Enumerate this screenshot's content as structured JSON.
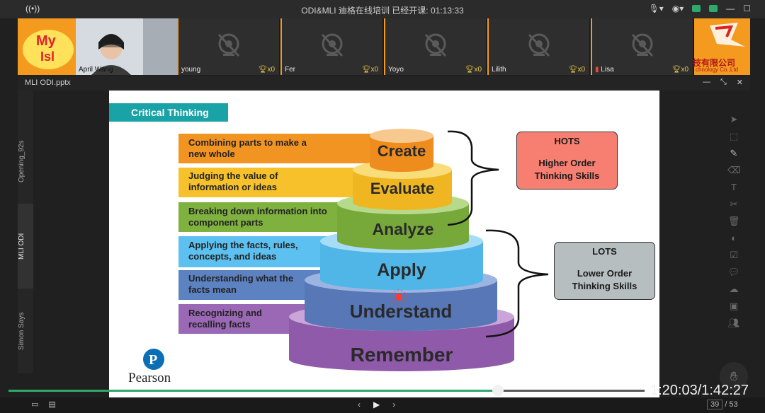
{
  "window": {
    "title": "ODI&MLI 迪格在线培训    已经开课: 01:13:33",
    "record_icon": "broadcast-icon"
  },
  "participants": [
    {
      "name": "April Wang",
      "host": true
    },
    {
      "name": "young",
      "cups": "x0"
    },
    {
      "name": "Fer",
      "cups": "x0"
    },
    {
      "name": "Yoyo",
      "cups": "x0"
    },
    {
      "name": "Lilith",
      "cups": "x0"
    },
    {
      "name": "Lisa",
      "cups": "x0"
    }
  ],
  "banner_left": "My Isl",
  "banner_right": [
    "技有限公司",
    "chnology Co.,Ltd"
  ],
  "file": {
    "name": "MLI ODI.pptx"
  },
  "side_tabs": [
    "Opening_92s",
    "MLI ODI",
    "Simon Says"
  ],
  "slide": {
    "heading": "Critical Thinking",
    "levels": [
      {
        "label": "Create",
        "desc": "Combining parts to make a new whole",
        "color": "#f29422",
        "disk": "#f7c98f"
      },
      {
        "label": "Evaluate",
        "desc": "Judging the value of information or ideas",
        "color": "#f6c12a",
        "disk": "#f9dd7a"
      },
      {
        "label": "Analyze",
        "desc": "Breaking down information into component parts",
        "color": "#7fb13f",
        "disk": "#b6d98a"
      },
      {
        "label": "Apply",
        "desc": "Applying the facts, rules, concepts, and ideas",
        "color": "#5cc1f0",
        "disk": "#a7dcf6"
      },
      {
        "label": "Understand",
        "desc": "Understanding what the facts mean",
        "color": "#5d82c2",
        "disk": "#9cb4e0"
      },
      {
        "label": "Remember",
        "desc": "Recognizing and recalling facts",
        "color": "#9b68b5",
        "disk": "#c9a5d9"
      }
    ],
    "hots": {
      "title": "HOTS",
      "line1": "Higher Order",
      "line2": "Thinking Skills",
      "bg": "#f67f72"
    },
    "lots": {
      "title": "LOTS",
      "line1": "Lower Order",
      "line2": "Thinking Skills",
      "bg": "#b7bec0"
    },
    "brand": "Pearson"
  },
  "player": {
    "time": "1:20:03/1:42:27",
    "progress": 0.77,
    "page_current": "39",
    "page_total": "/ 53"
  }
}
